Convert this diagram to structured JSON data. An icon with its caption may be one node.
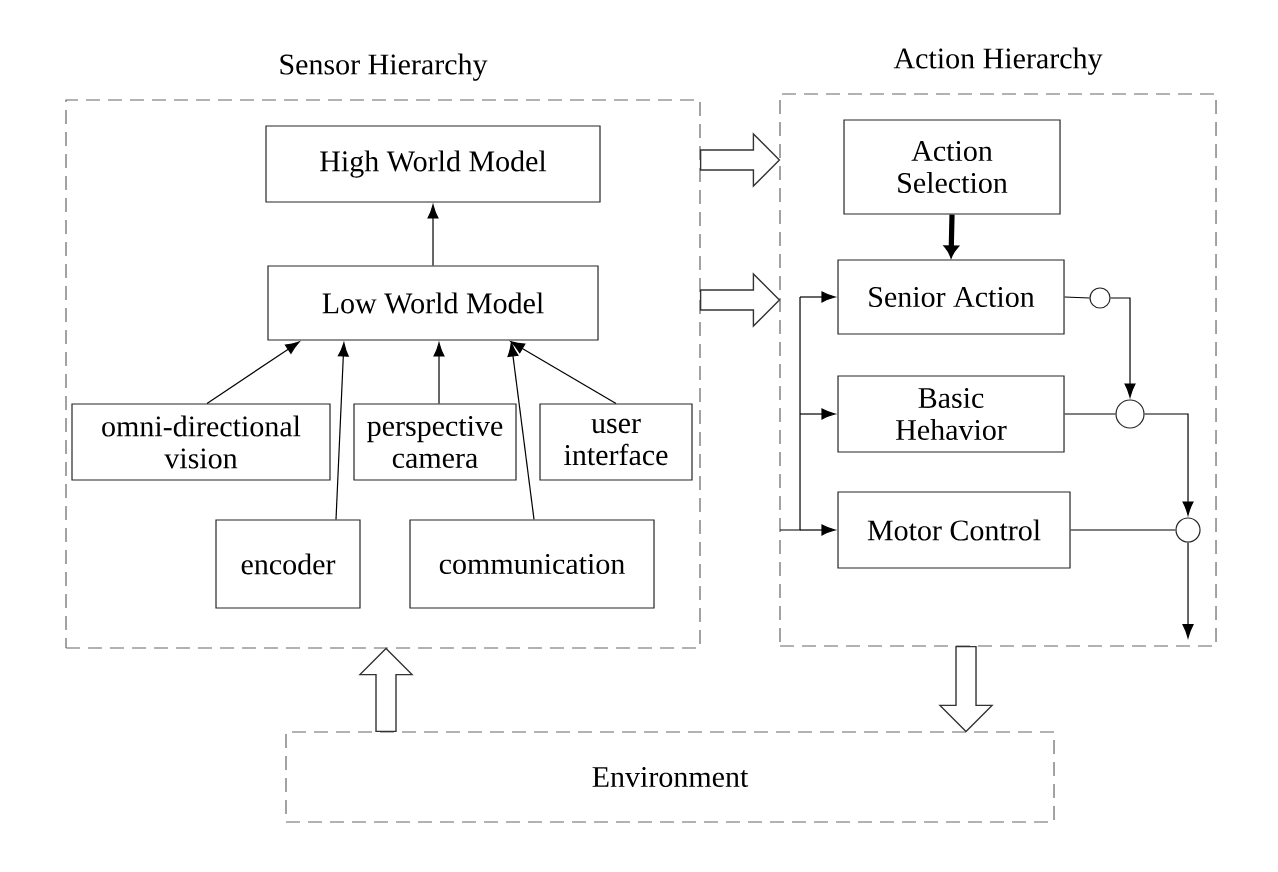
{
  "diagram": {
    "nodes": [
      {
        "text": [
          "Sensor Hierarchy"
        ]
      },
      {
        "text": [
          "High World Model"
        ],
        "in": 0
      },
      {
        "text": [
          "Low World Model"
        ],
        "in": 0
      },
      {
        "text": [
          "omni-directional vision"
        ],
        "in": 0
      },
      {
        "text": [
          "perspective camera"
        ],
        "in": 0
      },
      {
        "text": [
          "user interface"
        ],
        "in": 0
      },
      {
        "text": [
          "encoder"
        ],
        "in": 0
      },
      {
        "text": [
          "communication"
        ],
        "in": 0
      },
      {
        "text": [
          "Action Hierarchy"
        ]
      },
      {
        "text": [
          "Action Selection"
        ],
        "in": 8
      },
      {
        "text": [
          "Senior Action"
        ],
        "in": 8
      },
      {
        "text": [
          "Basic Hehavior"
        ],
        "in": 8
      },
      {
        "text": [
          "Motor Control"
        ],
        "in": 8
      },
      {
        "text": [],
        "shape": "circle",
        "in": 8
      },
      {
        "text": [],
        "shape": "circle",
        "in": 8
      },
      {
        "text": [],
        "shape": "circle",
        "in": 8
      },
      {
        "text": [
          "Environment"
        ]
      }
    ],
    "edges": [
      {
        "from": 2,
        "to": 1,
        "arrow": "to"
      },
      {
        "from": 3,
        "to": 2,
        "arrow": "to"
      },
      {
        "from": 4,
        "to": 2,
        "arrow": "to"
      },
      {
        "from": 5,
        "to": 2,
        "arrow": "to"
      },
      {
        "from": 6,
        "to": 2,
        "arrow": "to"
      },
      {
        "from": 7,
        "to": 2,
        "arrow": "to"
      },
      {
        "from": 0,
        "to": 8,
        "arrow": "to",
        "style": "thick"
      },
      {
        "from": 0,
        "to": 8,
        "arrow": "to",
        "style": "thick"
      },
      {
        "from": 9,
        "to": 10,
        "arrow": "to",
        "style": "thick"
      },
      {
        "from": null,
        "to": 10,
        "arrow": "to"
      },
      {
        "from": null,
        "to": 11,
        "arrow": "to"
      },
      {
        "from": null,
        "to": 12,
        "arrow": "to"
      },
      {
        "from": 10,
        "to": 13,
        "arrow": "none"
      },
      {
        "from": 13,
        "to": 14,
        "arrow": "to"
      },
      {
        "from": 11,
        "to": 14,
        "arrow": "none"
      },
      {
        "from": 14,
        "to": 15,
        "arrow": "to"
      },
      {
        "from": 12,
        "to": 15,
        "arrow": "none"
      },
      {
        "from": 15,
        "to": null,
        "arrow": "to"
      },
      {
        "from": 16,
        "to": 0,
        "arrow": "to",
        "style": "thick"
      },
      {
        "from": 8,
        "to": 16,
        "arrow": "to",
        "style": "thick"
      }
    ]
  }
}
